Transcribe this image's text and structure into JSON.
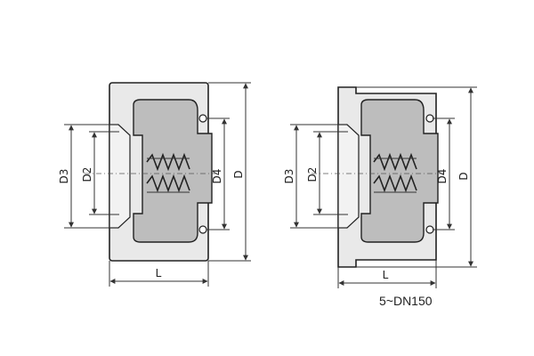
{
  "views": [
    {
      "labels": {
        "d3": "D3",
        "d2": "D2",
        "d4": "D4",
        "d": "D",
        "l": "L"
      }
    },
    {
      "labels": {
        "d3": "D3",
        "d2": "D2",
        "d4": "D4",
        "d": "D",
        "l": "L"
      },
      "caption": "5~DN150"
    }
  ]
}
